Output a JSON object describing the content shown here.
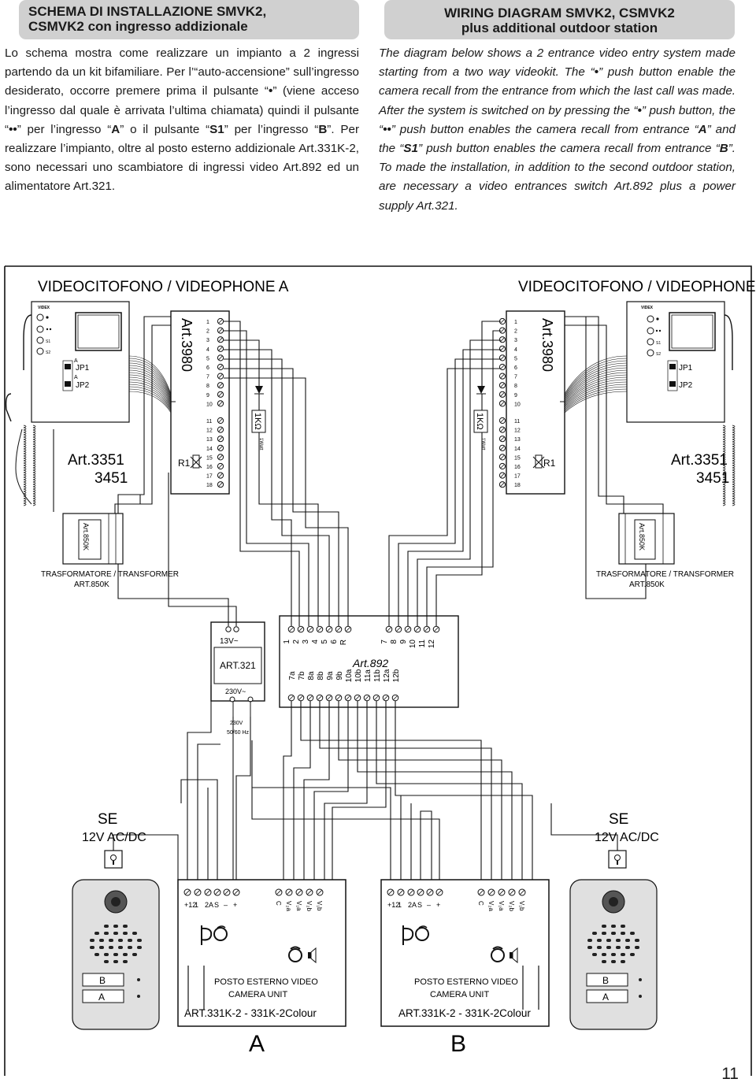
{
  "header_it": {
    "title_line1": "SCHEMA DI INSTALLAZIONE SMVK2,",
    "title_line2": "CSMVK2 con ingresso addizionale"
  },
  "header_en": {
    "title_line1": "WIRING DIAGRAM SMVK2, CSMVK2",
    "title_line2": "plus additional outdoor station"
  },
  "para_it": {
    "t1": "Lo schema mostra come realizzare un impianto a 2 ingressi partendo da un kit bifamiliare. Per l’“auto-accensione” sull’ingresso desiderato, occorre premere prima il pulsante “",
    "b1": "•",
    "t2": "” (viene acceso l’ingresso dal quale è arrivata l’ultima chiamata) quindi il pulsante “",
    "b2": "••",
    "t3": "” per l’ingresso “",
    "b3": "A",
    "t4": "” o il pulsante “",
    "b4": "S1",
    "t5": "” per l’ingresso “",
    "b5": "B",
    "t6": "”. Per realizzare l’impianto, oltre al posto esterno addizionale Art.331K-2, sono necessari uno scambiatore di ingressi video Art.892 ed un alimentatore Art.321."
  },
  "para_en": {
    "t1": "The diagram below shows a 2 entrance video entry system made starting from a two way videokit. The “",
    "b1": "•",
    "t2": "” push button enable the camera recall from the entrance from which the last call was made. After the system is switched on by pressing the “",
    "b2": "•",
    "t3": "” push button, the “",
    "b3": "••",
    "t4": "” push button enables the camera recall from entrance “",
    "b4": "A",
    "t5": "” and the “",
    "b5": "S1",
    "t6": "” push button enables the camera recall from entrance “",
    "b6": "B",
    "t7": "”. To made the installation, in addition to the second outdoor station, are necessary a video entrances switch Art.892 plus a power supply Art.321."
  },
  "diagram": {
    "videophone_a": "VIDEOCITOFONO / VIDEOPHONE A",
    "videophone_b": "VIDEOCITOFONO / VIDEOPHONE B",
    "monitor_brand": "VIDEX",
    "monitor_model_l1": "Art.3351",
    "monitor_model_l2": "3451",
    "jp1": "JP1",
    "jp2": "JP2",
    "jp_a": "A",
    "jp_b": "B",
    "button_labels": [
      "•",
      "••",
      "S1",
      "S2"
    ],
    "interface_model": "Art.3980",
    "terminal_numbers": [
      "1",
      "2",
      "3",
      "4",
      "5",
      "6",
      "7",
      "8",
      "9",
      "10",
      "11",
      "12",
      "13",
      "14",
      "15",
      "16",
      "17",
      "18"
    ],
    "resistor_label": "R1",
    "resistor_1k": "1KΩ",
    "resistor_watt": "1Watt",
    "transformer_model": "Art.850K",
    "transformer_label": "TRASFORMATORE / TRANSFORMER",
    "transformer_art": "ART.850K",
    "psu_out": "13V~",
    "psu_model": "ART.321",
    "psu_in": "230V~",
    "mains_l1": "230V",
    "mains_l2": "50/60 Hz",
    "switch_model": "Art.892",
    "switch_top_terms": [
      "1",
      "2",
      "3",
      "4",
      "5",
      "6",
      "R",
      "7",
      "8",
      "9",
      "10",
      "11",
      "12"
    ],
    "switch_bottom_terms": [
      "7a",
      "7b",
      "8a",
      "8b",
      "9a",
      "9b",
      "10a",
      "10b",
      "11a",
      "11b",
      "12a",
      "12b"
    ],
    "se_label": "SE",
    "se_voltage": "12V AC/DC",
    "panel_left_terms": [
      "+12",
      "1",
      "2A",
      "S",
      "–",
      "+"
    ],
    "panel_right_terms": [
      "C",
      "V₂a",
      "V₁a",
      "V₂b",
      "V₁b"
    ],
    "panel_title_l1": "POSTO ESTERNO VIDEO",
    "panel_title_l2": "CAMERA UNIT",
    "panel_model": "ART.331K-2 - 331K-2Colour",
    "panel_button_b": "B",
    "panel_button_a": "A",
    "entrance_a": "A",
    "entrance_b": "B"
  },
  "page_number": "11"
}
